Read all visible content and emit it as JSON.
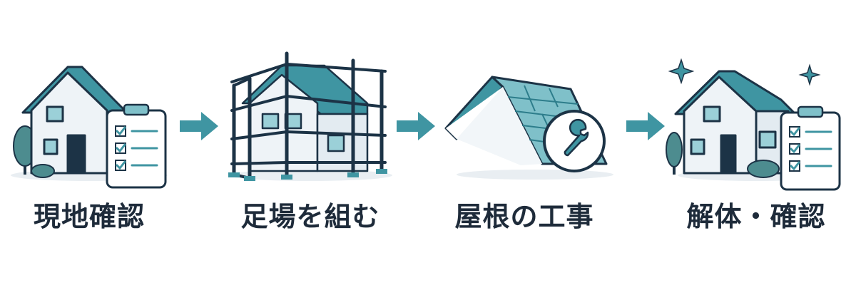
{
  "steps": [
    {
      "label": "現地確認"
    },
    {
      "label": "足場を組む"
    },
    {
      "label": "屋根の工事"
    },
    {
      "label": "解体・確認"
    }
  ],
  "colors": {
    "primary_teal": "#3f95a2",
    "light_teal": "#7fc0c9",
    "dark_outline": "#1c3346",
    "wall": "#eef3f7",
    "text": "#1e2b3a",
    "tree": "#4d8c8f"
  }
}
